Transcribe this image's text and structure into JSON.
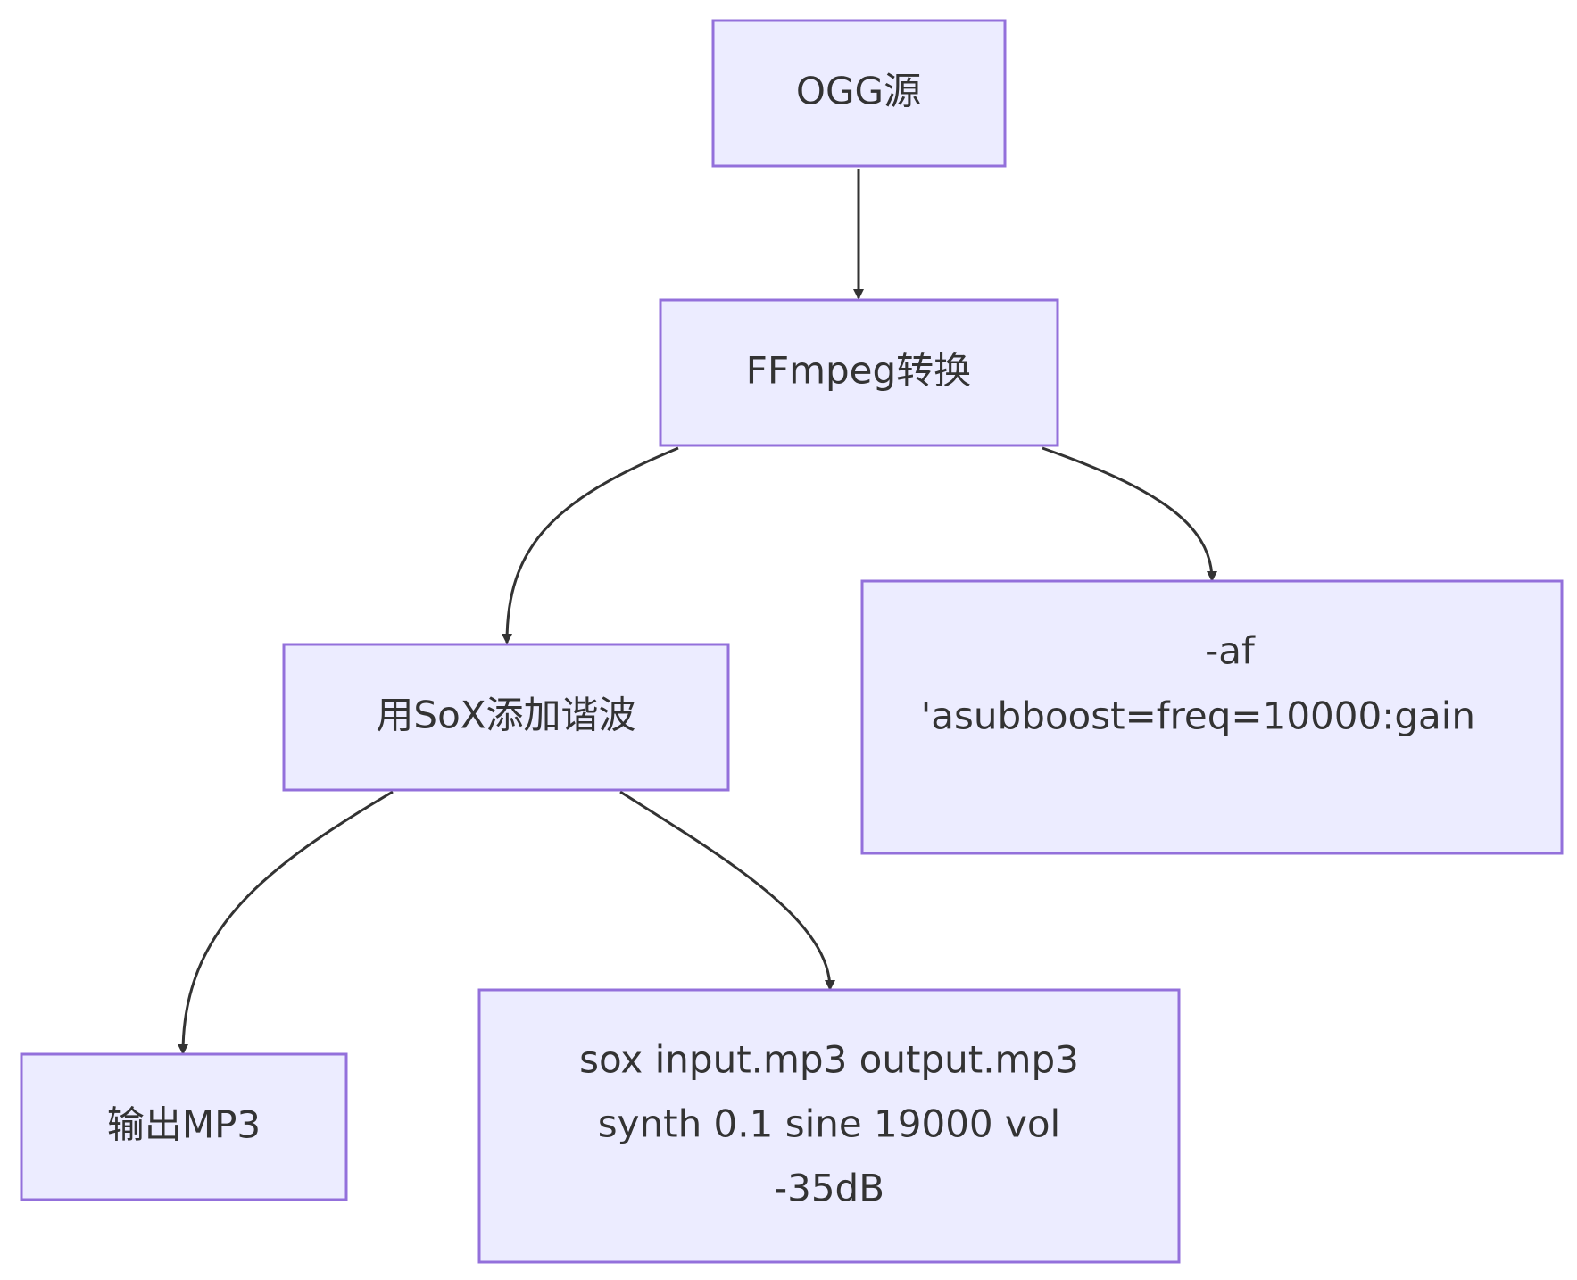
{
  "diagram": {
    "nodes": {
      "ogg_source": {
        "lines": [
          "OGG源"
        ]
      },
      "ffmpeg_convert": {
        "lines": [
          "FFmpeg转换"
        ]
      },
      "sox_harmonic": {
        "lines": [
          "用SoX添加谐波"
        ]
      },
      "ffmpeg_filter": {
        "lines": [
          "-af",
          "'asubboost=freq=10000:gain="
        ]
      },
      "output_mp3": {
        "lines": [
          "输出MP3"
        ]
      },
      "sox_command": {
        "lines": [
          "sox input.mp3 output.mp3",
          "synth 0.1 sine 19000 vol",
          "-35dB"
        ]
      }
    },
    "edges": [
      {
        "from": "ogg_source",
        "to": "ffmpeg_convert"
      },
      {
        "from": "ffmpeg_convert",
        "to": "sox_harmonic"
      },
      {
        "from": "ffmpeg_convert",
        "to": "ffmpeg_filter"
      },
      {
        "from": "sox_harmonic",
        "to": "output_mp3"
      },
      {
        "from": "sox_harmonic",
        "to": "sox_command"
      }
    ]
  }
}
